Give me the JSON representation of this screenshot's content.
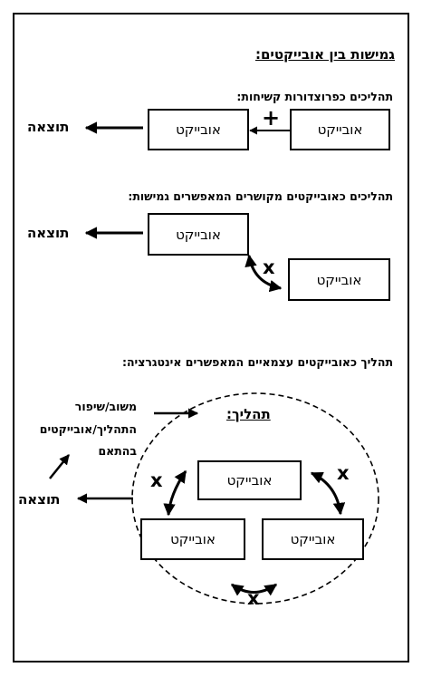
{
  "title": "גמישות בין אובייקטים:",
  "object_label": "אובייקט",
  "result_label": "תוצאה",
  "plus_mark": "+",
  "x_mark": "x",
  "section1": {
    "heading": "תהליכים כפרוצדורות קשיחות:"
  },
  "section2": {
    "heading": "תהליכים כאובייקטים מקושרים המאפשרים גמישות:"
  },
  "section3": {
    "heading": "תהליך כאובייקטים עצמאיים המאפשרים אינטגרציה:",
    "process_label": "תהליך:",
    "feedback_lines": [
      "משוב/שיפור",
      "התהליך/אובייקטים",
      "בהתאם"
    ]
  }
}
